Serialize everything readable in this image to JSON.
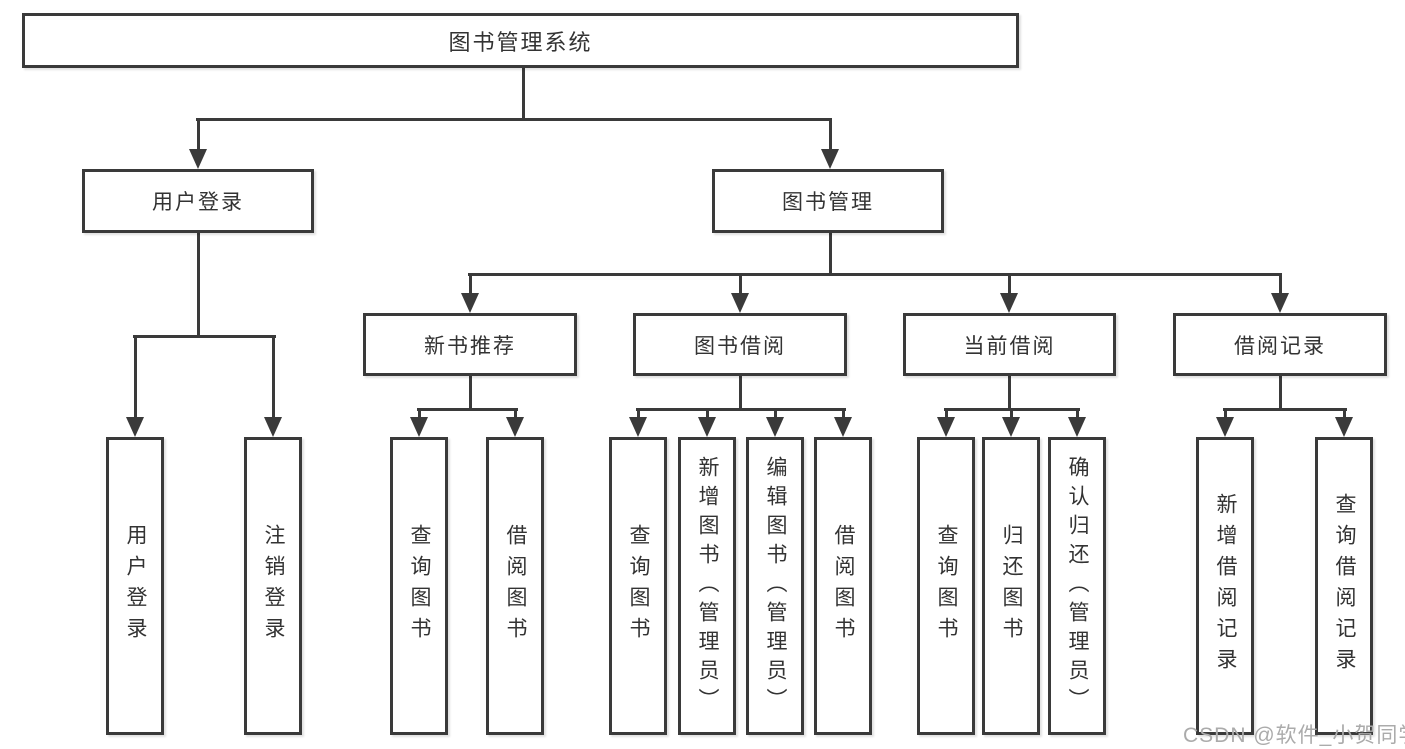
{
  "diagram": {
    "type": "hierarchy-tree",
    "line_color": "#3a3a3a",
    "box_border_color": "#3a3a3a",
    "text_color": "#333333",
    "background_color": "#ffffff",
    "tree": {
      "label": "图书管理系统",
      "children": [
        {
          "label": "用户登录",
          "children": [
            {
              "label": "用户登录"
            },
            {
              "label": "注销登录"
            }
          ]
        },
        {
          "label": "图书管理",
          "children": [
            {
              "label": "新书推荐",
              "children": [
                {
                  "label": "查询图书"
                },
                {
                  "label": "借阅图书"
                }
              ]
            },
            {
              "label": "图书借阅",
              "children": [
                {
                  "label": "查询图书"
                },
                {
                  "label": "新增图书（管理员）"
                },
                {
                  "label": "编辑图书（管理员）"
                },
                {
                  "label": "借阅图书"
                }
              ]
            },
            {
              "label": "当前借阅",
              "children": [
                {
                  "label": "查询图书"
                },
                {
                  "label": "归还图书"
                },
                {
                  "label": "确认归还（管理员）"
                }
              ]
            },
            {
              "label": "借阅记录",
              "children": [
                {
                  "label": "新增借阅记录"
                },
                {
                  "label": "查询借阅记录"
                }
              ]
            }
          ]
        }
      ]
    }
  },
  "watermark": {
    "text": "CSDN @软件_小贺同学",
    "color": "#ababab"
  }
}
